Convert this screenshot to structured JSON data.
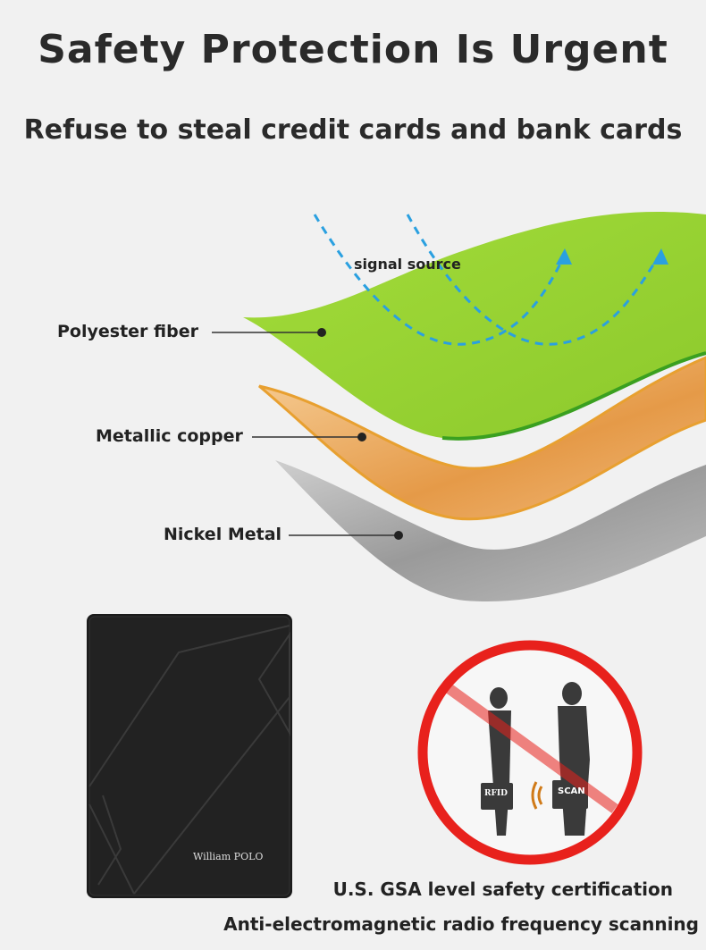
{
  "header": {
    "title": "Safety Protection Is Urgent",
    "subtitle": "Refuse to steal credit cards and bank cards"
  },
  "layers": {
    "signal_label": "signal source",
    "items": [
      {
        "label": "Polyester fiber",
        "color": "#8ccf2e"
      },
      {
        "label": "Metallic copper",
        "color": "#f0a850"
      },
      {
        "label": "Nickel Metal",
        "color": "#a8a8a8"
      }
    ],
    "signal_color": "#2aa0e0"
  },
  "wallet": {
    "brand": "William POLO"
  },
  "prohibition": {
    "left_tag": "RFID",
    "right_tag": "SCAN",
    "ring_color": "#e8211c"
  },
  "footer": {
    "line1": "U.S. GSA level safety certification",
    "line2": "Anti-electromagnetic radio frequency scanning"
  }
}
